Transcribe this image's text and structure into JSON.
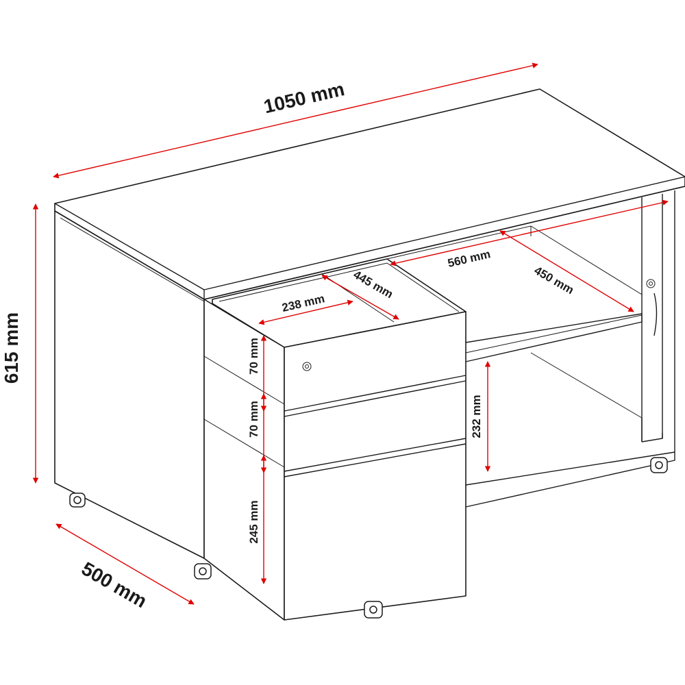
{
  "diagram": {
    "subject": "desk-with-mobile-pedestal",
    "colors": {
      "outline": "#1a1a1a",
      "dimension": "#e00000",
      "background": "#ffffff"
    },
    "dimensions": {
      "total_width": "1050 mm",
      "total_height": "615 mm",
      "depth": "500 mm",
      "pedestal_inner_width": "238 mm",
      "pedestal_inner_depth": "445 mm",
      "shelf_width": "560 mm",
      "shelf_depth": "450 mm",
      "drawer_1_height": "70 mm",
      "drawer_2_height": "70 mm",
      "drawer_3_height": "245 mm",
      "open_compartment_height": "232 mm"
    }
  }
}
